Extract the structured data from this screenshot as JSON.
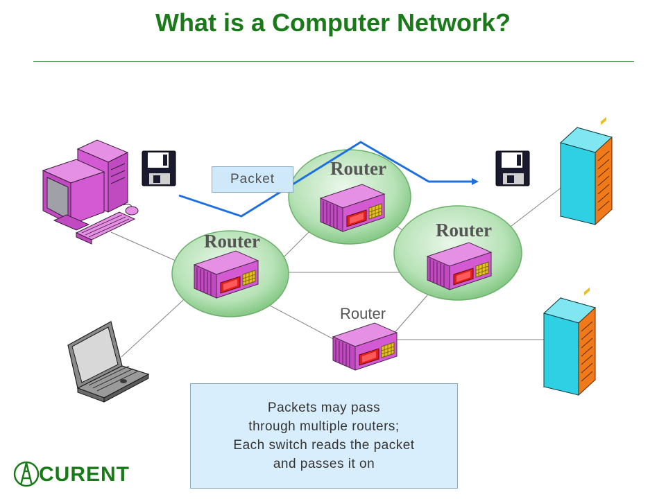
{
  "title": "What is a Computer Network?",
  "routers": {
    "top": "Router",
    "left": "Router",
    "right": "Router",
    "bottom": "Router"
  },
  "packet_label": "Packet",
  "note_lines": [
    "Packets may pass",
    "through multiple routers;",
    "Each switch reads the packet",
    "and passes it on"
  ],
  "logo": {
    "text": "CURENT",
    "color": "#1a7a1a"
  },
  "colors": {
    "title": "#1a7a1a",
    "router_bubble": "#a9dba9",
    "packet_path": "#1e6fe0",
    "device_magenta": "#d45ad4",
    "server_cyan": "#29c4d9"
  },
  "icons": [
    "desktop-computer-icon",
    "floppy-disk-icon",
    "laptop-icon",
    "server-tower-icon",
    "router-icon"
  ]
}
